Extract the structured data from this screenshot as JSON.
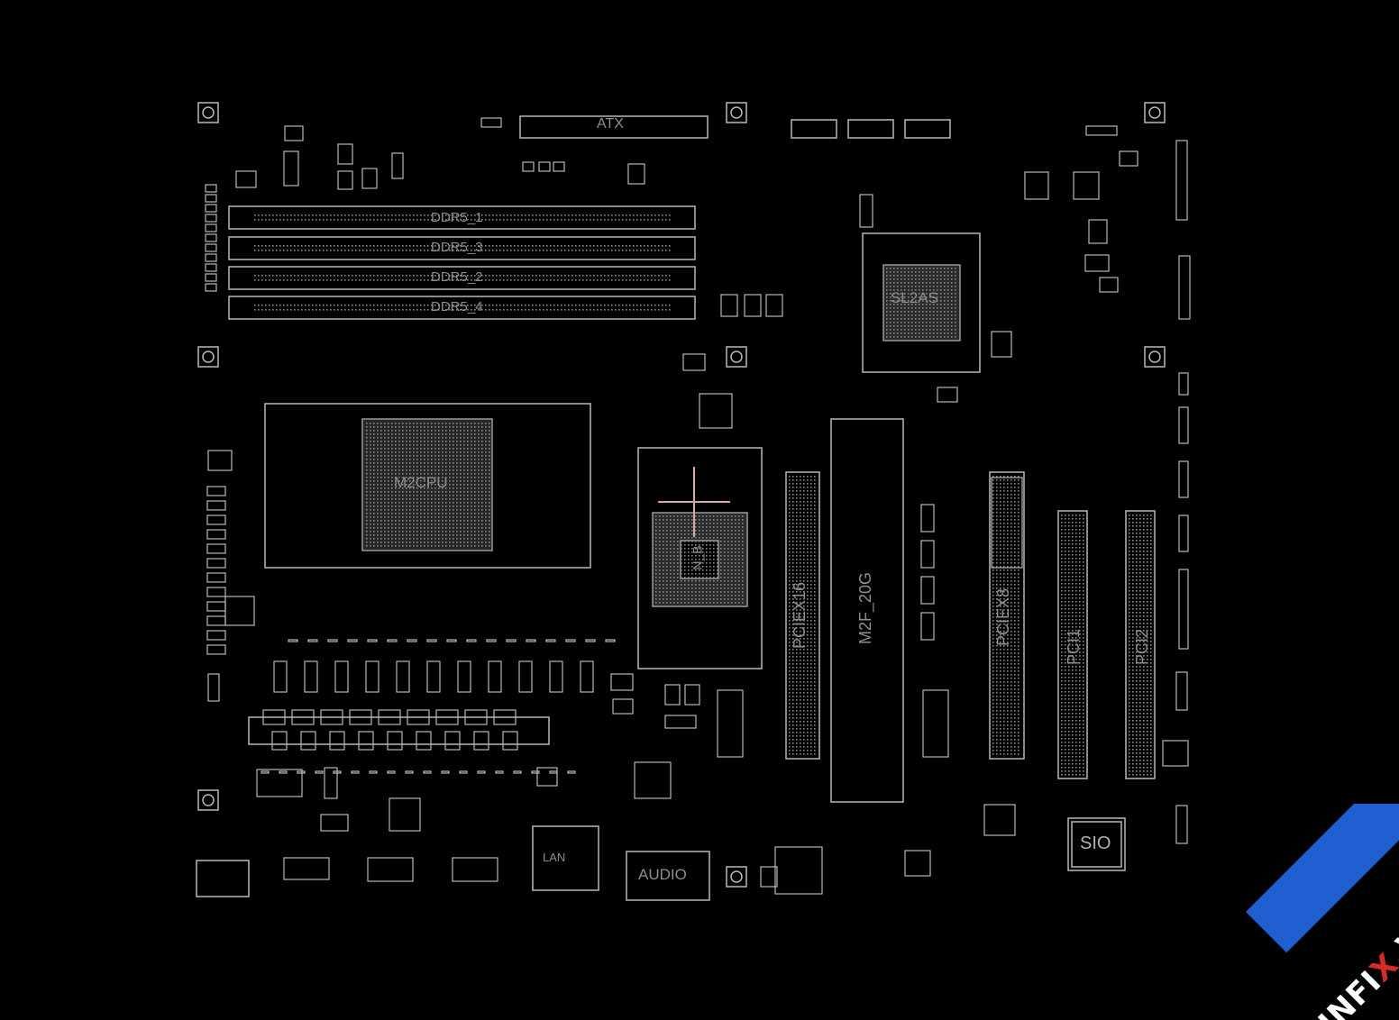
{
  "viewer": {
    "background": "#000000",
    "outline_color": "#b8b8b8",
    "label_color": "#8e8e8e",
    "marker_color": "#d8a8a8"
  },
  "labels": {
    "atx": "ATX",
    "dimm1": "DDR5_1",
    "dimm3": "DDR5_3",
    "dimm2": "DDR5_2",
    "dimm4": "DDR5_4",
    "cpu": "M2CPU",
    "chipset_top": "SL2AS",
    "pch": "N_B",
    "pciex16": "PCIEX16",
    "m2f": "M2F_20G",
    "pciex8": "PCIEX8",
    "pci1": "PCI1",
    "pci2": "PCI2",
    "audio": "AUDIO",
    "sio": "SIO",
    "lan": "LAN"
  },
  "watermark": {
    "text_main": "HNFI",
    "text_x": "X",
    "text_tail": ".VN",
    "band_color": "#1f5fd1",
    "x_color": "#d42a2a"
  }
}
